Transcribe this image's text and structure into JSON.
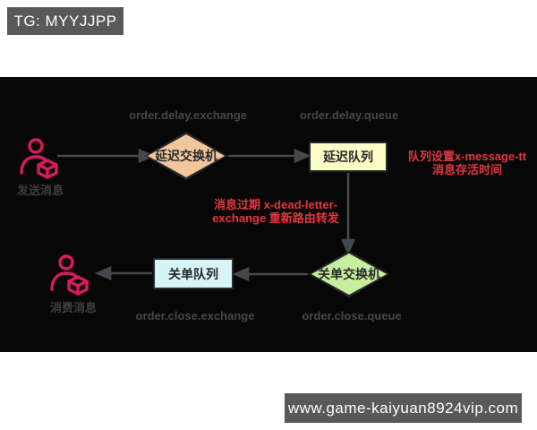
{
  "watermark_top": {
    "text": "TG: MYYJJPP"
  },
  "watermark_bottom": {
    "text": "www.game-kaiyuan8924vip.com"
  },
  "colors": {
    "page_bg": "#ffffff",
    "canvas_bg": "#070707",
    "watermark_bg": "#595959",
    "watermark_text": "#ffffff",
    "arrow": "#45484c",
    "caption_text": "#46484d",
    "red_annotation": "#e3383f",
    "actor_icon_pink": "#d81b5e",
    "node_border": "#26282b",
    "delay_exchange_fill": "#f2c69b",
    "delay_queue_fill": "#fcfdc7",
    "close_exchange_fill": "#c8ef9d",
    "close_queue_fill": "#d7f5f7"
  },
  "diagram": {
    "producer": {
      "label": "发送消息"
    },
    "consumer": {
      "label": "消费消息"
    },
    "delay_exchange": {
      "label": "延迟交换机",
      "caption": "order.delay.exchange"
    },
    "delay_queue": {
      "label": "延迟队列",
      "caption": "order.delay.queue"
    },
    "close_exchange": {
      "label": "关单交换机",
      "caption": "order.close.queue"
    },
    "close_queue": {
      "label": "关单队列",
      "caption": "order.close.exchange"
    },
    "ttl_note": {
      "line1": "队列设置x-message-tt",
      "line2": "消息存活时间"
    },
    "dlx_note": {
      "line1": "消息过期 x-dead-letter-",
      "line2": "exchange 重新路由转发"
    }
  }
}
